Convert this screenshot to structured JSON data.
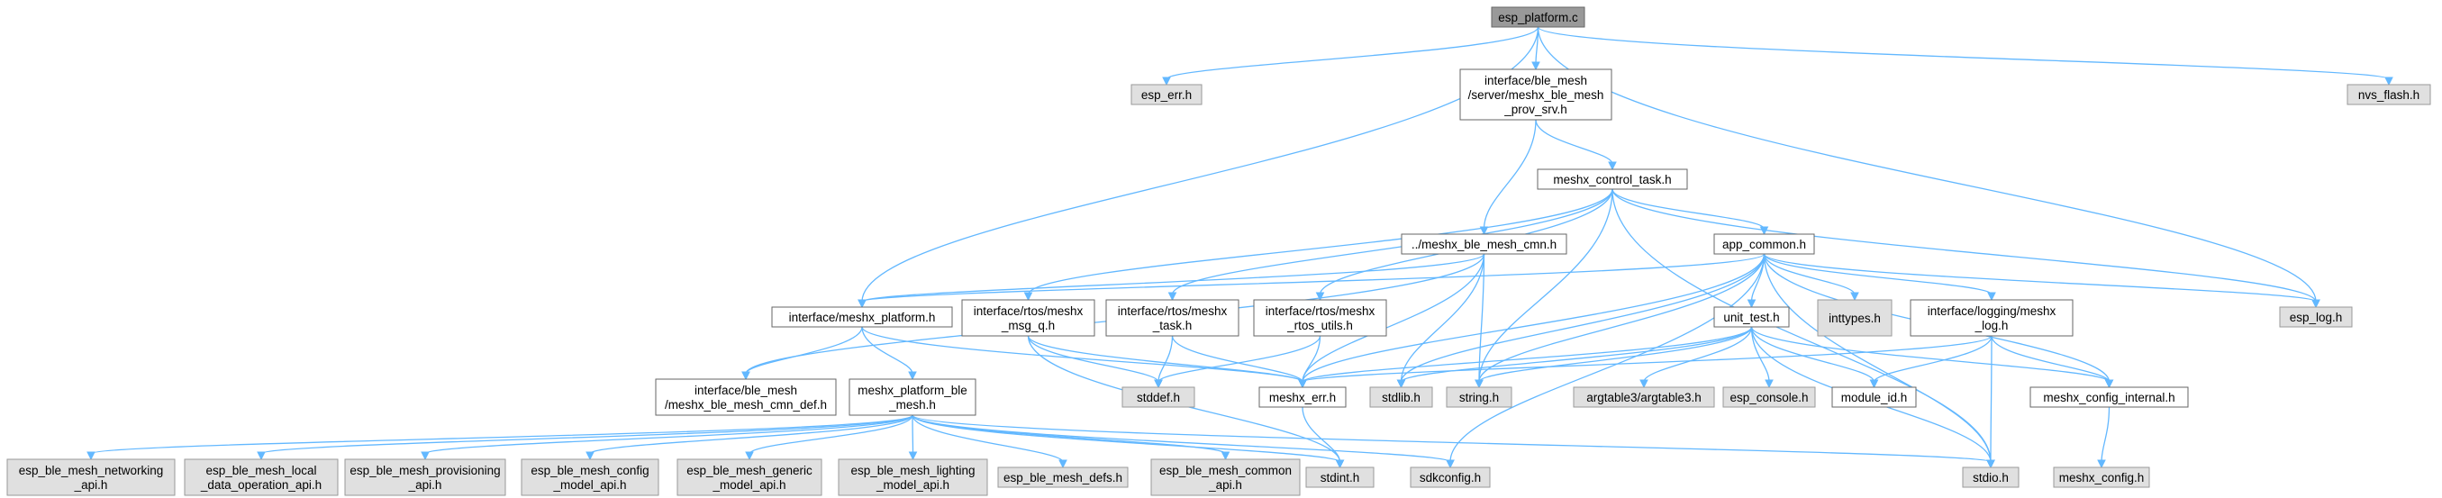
{
  "nodes": [
    {
      "id": "esp_platform_c",
      "label": [
        "esp_platform.c"
      ],
      "style": "root"
    },
    {
      "id": "esp_err_h",
      "label": [
        "esp_err.h"
      ],
      "style": "system"
    },
    {
      "id": "meshx_ble_mesh_prov_srv_h",
      "label": [
        "interface/ble_mesh",
        "/server/meshx_ble_mesh",
        "_prov_srv.h"
      ],
      "style": "local"
    },
    {
      "id": "nvs_flash_h",
      "label": [
        "nvs_flash.h"
      ],
      "style": "system"
    },
    {
      "id": "meshx_control_task_h",
      "label": [
        "meshx_control_task.h"
      ],
      "style": "local"
    },
    {
      "id": "meshx_ble_mesh_cmn_h",
      "label": [
        "../meshx_ble_mesh_cmn.h"
      ],
      "style": "local"
    },
    {
      "id": "app_common_h",
      "label": [
        "app_common.h"
      ],
      "style": "local"
    },
    {
      "id": "esp_log_h",
      "label": [
        "esp_log.h"
      ],
      "style": "system"
    },
    {
      "id": "meshx_platform_h",
      "label": [
        "interface/meshx_platform.h"
      ],
      "style": "local"
    },
    {
      "id": "meshx_msg_q_h",
      "label": [
        "interface/rtos/meshx",
        "_msg_q.h"
      ],
      "style": "local"
    },
    {
      "id": "meshx_task_h",
      "label": [
        "interface/rtos/meshx",
        "_task.h"
      ],
      "style": "local"
    },
    {
      "id": "meshx_rtos_utils_h",
      "label": [
        "interface/rtos/meshx",
        "_rtos_utils.h"
      ],
      "style": "local"
    },
    {
      "id": "unit_test_h",
      "label": [
        "unit_test.h"
      ],
      "style": "local"
    },
    {
      "id": "inttypes_h",
      "label": [
        "inttypes.h"
      ],
      "style": "system"
    },
    {
      "id": "meshx_log_h",
      "label": [
        "interface/logging/meshx",
        "_log.h"
      ],
      "style": "local"
    },
    {
      "id": "meshx_ble_mesh_cmn_def_h",
      "label": [
        "interface/ble_mesh",
        "/meshx_ble_mesh_cmn_def.h"
      ],
      "style": "local"
    },
    {
      "id": "meshx_platform_ble_mesh_h",
      "label": [
        "meshx_platform_ble",
        "_mesh.h"
      ],
      "style": "local"
    },
    {
      "id": "stddef_h",
      "label": [
        "stddef.h"
      ],
      "style": "system"
    },
    {
      "id": "meshx_err_h",
      "label": [
        "meshx_err.h"
      ],
      "style": "local"
    },
    {
      "id": "stdlib_h",
      "label": [
        "stdlib.h"
      ],
      "style": "system"
    },
    {
      "id": "string_h",
      "label": [
        "string.h"
      ],
      "style": "system"
    },
    {
      "id": "argtable3_h",
      "label": [
        "argtable3/argtable3.h"
      ],
      "style": "system"
    },
    {
      "id": "esp_console_h",
      "label": [
        "esp_console.h"
      ],
      "style": "system"
    },
    {
      "id": "module_id_h",
      "label": [
        "module_id.h"
      ],
      "style": "local"
    },
    {
      "id": "meshx_config_internal_h",
      "label": [
        "meshx_config_internal.h"
      ],
      "style": "local"
    },
    {
      "id": "esp_ble_mesh_networking_api_h",
      "label": [
        "esp_ble_mesh_networking",
        "_api.h"
      ],
      "style": "system"
    },
    {
      "id": "esp_ble_mesh_local_data_operation_api_h",
      "label": [
        "esp_ble_mesh_local",
        "_data_operation_api.h"
      ],
      "style": "system"
    },
    {
      "id": "esp_ble_mesh_provisioning_api_h",
      "label": [
        "esp_ble_mesh_provisioning",
        "_api.h"
      ],
      "style": "system"
    },
    {
      "id": "esp_ble_mesh_config_model_api_h",
      "label": [
        "esp_ble_mesh_config",
        "_model_api.h"
      ],
      "style": "system"
    },
    {
      "id": "esp_ble_mesh_generic_model_api_h",
      "label": [
        "esp_ble_mesh_generic",
        "_model_api.h"
      ],
      "style": "system"
    },
    {
      "id": "esp_ble_mesh_lighting_model_api_h",
      "label": [
        "esp_ble_mesh_lighting",
        "_model_api.h"
      ],
      "style": "system"
    },
    {
      "id": "esp_ble_mesh_defs_h",
      "label": [
        "esp_ble_mesh_defs.h"
      ],
      "style": "system"
    },
    {
      "id": "esp_ble_mesh_common_api_h",
      "label": [
        "esp_ble_mesh_common",
        "_api.h"
      ],
      "style": "system"
    },
    {
      "id": "stdint_h",
      "label": [
        "stdint.h"
      ],
      "style": "system"
    },
    {
      "id": "sdkconfig_h",
      "label": [
        "sdkconfig.h"
      ],
      "style": "system"
    },
    {
      "id": "stdio_h",
      "label": [
        "stdio.h"
      ],
      "style": "system"
    },
    {
      "id": "meshx_config_h",
      "label": [
        "meshx_config.h"
      ],
      "style": "system"
    }
  ],
  "edges": [
    [
      "esp_platform_c",
      "esp_err_h"
    ],
    [
      "esp_platform_c",
      "meshx_ble_mesh_prov_srv_h"
    ],
    [
      "esp_platform_c",
      "nvs_flash_h"
    ],
    [
      "esp_platform_c",
      "esp_log_h"
    ],
    [
      "esp_platform_c",
      "meshx_platform_h"
    ],
    [
      "meshx_ble_mesh_prov_srv_h",
      "meshx_control_task_h"
    ],
    [
      "meshx_ble_mesh_prov_srv_h",
      "meshx_ble_mesh_cmn_h"
    ],
    [
      "meshx_control_task_h",
      "app_common_h"
    ],
    [
      "meshx_control_task_h",
      "esp_log_h"
    ],
    [
      "meshx_control_task_h",
      "meshx_msg_q_h"
    ],
    [
      "meshx_control_task_h",
      "meshx_task_h"
    ],
    [
      "meshx_control_task_h",
      "meshx_rtos_utils_h"
    ],
    [
      "meshx_control_task_h",
      "string_h"
    ],
    [
      "meshx_control_task_h",
      "stdio_h"
    ],
    [
      "meshx_ble_mesh_cmn_h",
      "meshx_platform_h"
    ],
    [
      "meshx_ble_mesh_cmn_h",
      "meshx_ble_mesh_cmn_def_h"
    ],
    [
      "meshx_ble_mesh_cmn_h",
      "meshx_err_h"
    ],
    [
      "meshx_ble_mesh_cmn_h",
      "stdlib_h"
    ],
    [
      "meshx_ble_mesh_cmn_h",
      "string_h"
    ],
    [
      "app_common_h",
      "meshx_platform_h"
    ],
    [
      "app_common_h",
      "esp_log_h"
    ],
    [
      "app_common_h",
      "unit_test_h"
    ],
    [
      "app_common_h",
      "inttypes_h"
    ],
    [
      "app_common_h",
      "meshx_log_h"
    ],
    [
      "app_common_h",
      "meshx_err_h"
    ],
    [
      "app_common_h",
      "stdlib_h"
    ],
    [
      "app_common_h",
      "string_h"
    ],
    [
      "app_common_h",
      "sdkconfig_h"
    ],
    [
      "app_common_h",
      "meshx_config_internal_h"
    ],
    [
      "app_common_h",
      "stdio_h"
    ],
    [
      "meshx_platform_h",
      "meshx_ble_mesh_cmn_def_h"
    ],
    [
      "meshx_platform_h",
      "meshx_platform_ble_mesh_h"
    ],
    [
      "meshx_platform_h",
      "meshx_err_h"
    ],
    [
      "meshx_msg_q_h",
      "stddef_h"
    ],
    [
      "meshx_msg_q_h",
      "meshx_err_h"
    ],
    [
      "meshx_msg_q_h",
      "stdint_h"
    ],
    [
      "meshx_task_h",
      "stddef_h"
    ],
    [
      "meshx_task_h",
      "meshx_err_h"
    ],
    [
      "meshx_rtos_utils_h",
      "stddef_h"
    ],
    [
      "meshx_rtos_utils_h",
      "meshx_err_h"
    ],
    [
      "unit_test_h",
      "meshx_err_h"
    ],
    [
      "unit_test_h",
      "stdlib_h"
    ],
    [
      "unit_test_h",
      "string_h"
    ],
    [
      "unit_test_h",
      "argtable3_h"
    ],
    [
      "unit_test_h",
      "esp_console_h"
    ],
    [
      "unit_test_h",
      "module_id_h"
    ],
    [
      "unit_test_h",
      "meshx_config_internal_h"
    ],
    [
      "unit_test_h",
      "stdio_h"
    ],
    [
      "meshx_log_h",
      "meshx_err_h"
    ],
    [
      "meshx_log_h",
      "module_id_h"
    ],
    [
      "meshx_log_h",
      "meshx_config_internal_h"
    ],
    [
      "meshx_log_h",
      "stdio_h"
    ],
    [
      "meshx_err_h",
      "stdint_h"
    ],
    [
      "meshx_config_internal_h",
      "meshx_config_h"
    ],
    [
      "meshx_platform_ble_mesh_h",
      "esp_ble_mesh_networking_api_h"
    ],
    [
      "meshx_platform_ble_mesh_h",
      "esp_ble_mesh_local_data_operation_api_h"
    ],
    [
      "meshx_platform_ble_mesh_h",
      "esp_ble_mesh_provisioning_api_h"
    ],
    [
      "meshx_platform_ble_mesh_h",
      "esp_ble_mesh_config_model_api_h"
    ],
    [
      "meshx_platform_ble_mesh_h",
      "esp_ble_mesh_generic_model_api_h"
    ],
    [
      "meshx_platform_ble_mesh_h",
      "esp_ble_mesh_lighting_model_api_h"
    ],
    [
      "meshx_platform_ble_mesh_h",
      "esp_ble_mesh_defs_h"
    ],
    [
      "meshx_platform_ble_mesh_h",
      "esp_ble_mesh_common_api_h"
    ],
    [
      "meshx_platform_ble_mesh_h",
      "stdint_h"
    ],
    [
      "meshx_platform_ble_mesh_h",
      "sdkconfig_h"
    ],
    [
      "meshx_platform_ble_mesh_h",
      "stdio_h"
    ]
  ],
  "colors": {
    "edge": "#63b8ff",
    "root_fill": "#999999",
    "local_fill": "#ffffff",
    "system_fill": "#e0e0e0",
    "local_stroke": "#666666",
    "system_stroke": "#999999",
    "text": "#000000"
  }
}
